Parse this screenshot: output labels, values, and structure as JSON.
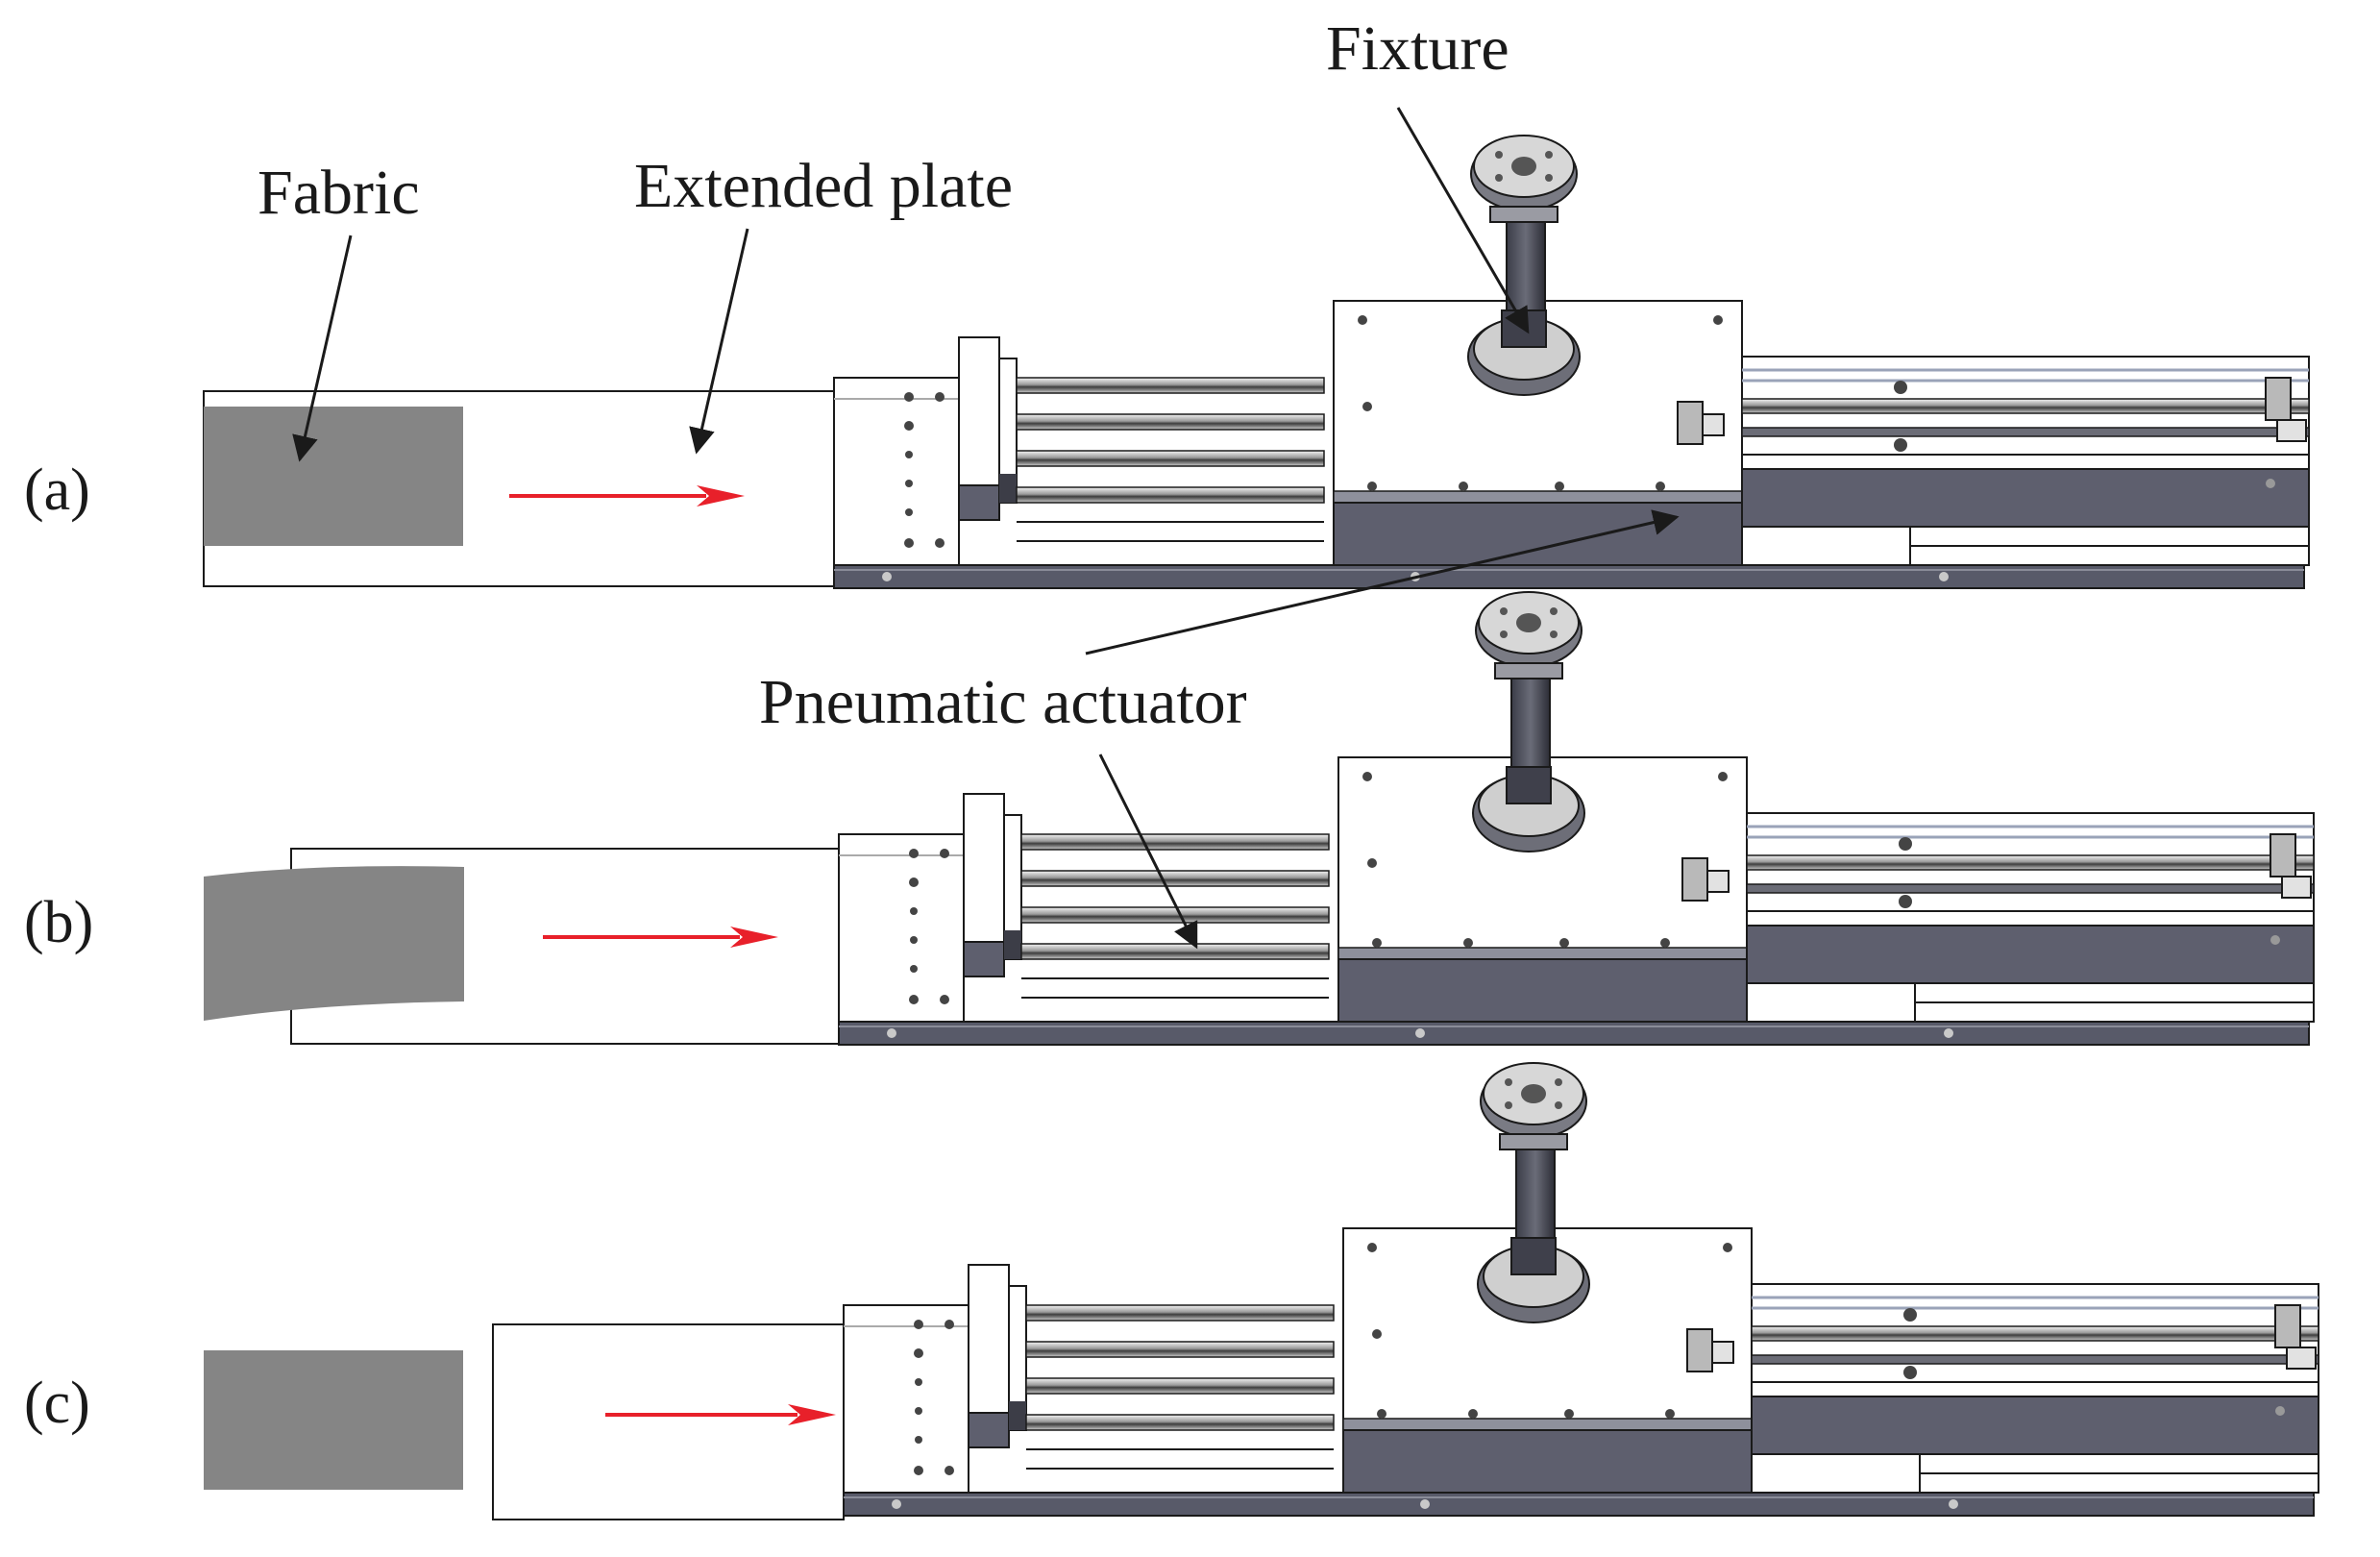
{
  "labels": {
    "fixture": "Fixture",
    "fabric": "Fabric",
    "extended_plate": "Extended plate",
    "pneumatic_actuator": "Pneumatic actuator"
  },
  "panels": [
    {
      "id": "a",
      "label": "(a)"
    },
    {
      "id": "b",
      "label": "(b)"
    },
    {
      "id": "c",
      "label": "(c)"
    }
  ],
  "colors": {
    "fabric": "#858585",
    "motion_arrow": "#e8202a",
    "dark_metal": "#5e5f6e",
    "line": "#1a1a1a"
  }
}
